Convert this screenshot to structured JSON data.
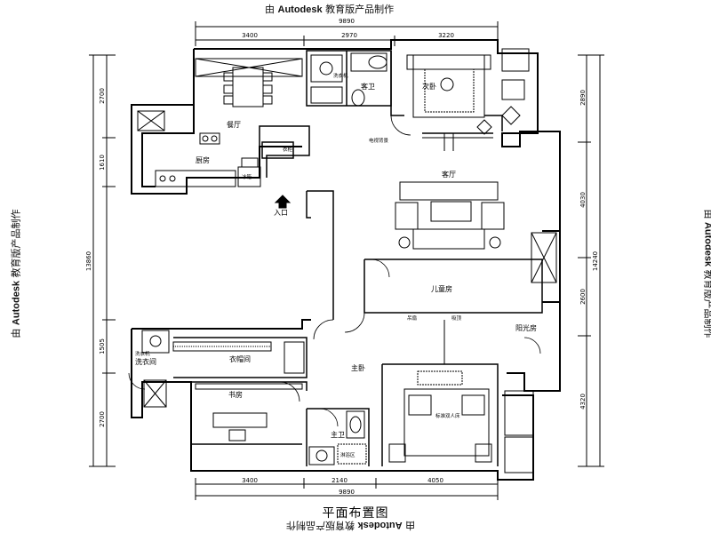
{
  "watermark": {
    "prefix": "由",
    "brand": "Autodesk",
    "suffix": "教育版产品制作"
  },
  "title": "平面布置图",
  "dimensions": {
    "top_total": "9890",
    "top_segments": [
      "3400",
      "2970",
      "3220"
    ],
    "bottom_total": "9890",
    "bottom_segments": [
      "3400",
      "2140",
      "4050"
    ],
    "left_total": "13860",
    "left_segments": [
      "2700",
      "1610",
      "1505",
      "2700"
    ],
    "right_total": "14240",
    "right_segments": [
      "2890",
      "4030",
      "2600",
      "4320"
    ]
  },
  "rooms": {
    "dining": "餐厅",
    "kitchen": "厨房",
    "living": "客厅",
    "master_bedroom": "主卧",
    "master_bath": "主卫",
    "guest_bath": "客卫",
    "second_bedroom": "次卧",
    "children_room": "儿童房",
    "study": "书房",
    "balcony": "阳光房",
    "cloakroom": "衣帽间",
    "laundry": "洗衣间",
    "entrance": "入口"
  },
  "labels": {
    "fridge": "冰箱",
    "washer_left": "洗衣机",
    "washer_right": "洗衣机",
    "shower": "淋浴区",
    "bed": "标准双人床",
    "tv_wall": "电视背景",
    "wardrobe": "衣柜",
    "fan1": "吊扇",
    "fan2": "吸顶"
  }
}
